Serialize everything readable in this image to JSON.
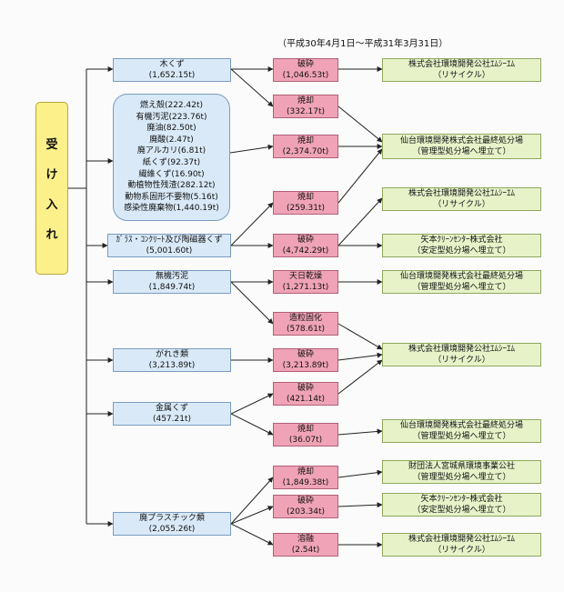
{
  "period": "（平成30年4月1日～平成31年3月31日）",
  "receive": {
    "chars": [
      "受",
      "け",
      "入",
      "れ"
    ]
  },
  "sources": [
    {
      "lines": [
        "木くず",
        "(1,652.15t)"
      ]
    },
    {
      "lines": [
        "燃え殻(222.42t)",
        "有機汚泥(223.76t)",
        "廃油(82.50t)",
        "廃酸(2.47t)",
        "廃アルカリ(6.81t)",
        "紙くず(92.37t)",
        "繊維くず(16.90t)",
        "動植物性残渣(282.12t)",
        "動物系固形不要物(5.16t)",
        "感染性廃棄物(1,440.19t)"
      ]
    },
    {
      "lines": [
        "ｶﾞﾗｽ・ｺﾝｸﾘｰﾄ及び陶磁器くず",
        "(5,001.60t)"
      ]
    },
    {
      "lines": [
        "無機汚泥",
        "(1,849.74t)"
      ]
    },
    {
      "lines": [
        "がれき類",
        "(3,213.89t)"
      ]
    },
    {
      "lines": [
        "金属くず",
        "(457.21t)"
      ]
    },
    {
      "lines": [
        "廃プラスチック類",
        "(2,055.26t)"
      ]
    }
  ],
  "processes": [
    {
      "lines": [
        "破砕",
        "(1,046.53t)"
      ]
    },
    {
      "lines": [
        "焼却",
        "(332.17t)"
      ]
    },
    {
      "lines": [
        "焼却",
        "(2,374.70t)"
      ]
    },
    {
      "lines": [
        "焼却",
        "(259.31t)"
      ]
    },
    {
      "lines": [
        "破砕",
        "(4,742.29t)"
      ]
    },
    {
      "lines": [
        "天日乾燥",
        "(1,271.13t)"
      ]
    },
    {
      "lines": [
        "造粒固化",
        "(578.61t)"
      ]
    },
    {
      "lines": [
        "破砕",
        "(3,213.89t)"
      ]
    },
    {
      "lines": [
        "破砕",
        "(421.14t)"
      ]
    },
    {
      "lines": [
        "焼却",
        "(36.07t)"
      ]
    },
    {
      "lines": [
        "焼却",
        "(1,849.38t)"
      ]
    },
    {
      "lines": [
        "破砕",
        "(203.34t)"
      ]
    },
    {
      "lines": [
        "溶融",
        "(2.54t)"
      ]
    }
  ],
  "destinations": [
    {
      "lines": [
        "株式会社環境開発公社ｴﾑｼｰｴﾑ",
        "（リサイクル）"
      ]
    },
    {
      "lines": [
        "仙台環境開発株式会社最終処分場",
        "（管理型処分場へ埋立て）"
      ]
    },
    {
      "lines": [
        "株式会社環境開発公社ｴﾑｼｰｴﾑ",
        "（リサイクル）"
      ]
    },
    {
      "lines": [
        "矢本ｸﾘｰﾝｾﾝﾀｰ株式会社",
        "（安定型処分場へ埋立て）"
      ]
    },
    {
      "lines": [
        "仙台環境開発株式会社最終処分場",
        "（管理型処分場へ埋立て）"
      ]
    },
    {
      "lines": [
        "株式会社環境開発公社ｴﾑｼｰｴﾑ",
        "（リサイクル）"
      ]
    },
    {
      "lines": [
        "仙台環境開発株式会社最終処分場",
        "（管理型処分場へ埋立て）"
      ]
    },
    {
      "lines": [
        "財団法人宮城県環境事業公社",
        "（管理型処分場へ埋立て）"
      ]
    },
    {
      "lines": [
        "矢本ｸﾘｰﾝｾﾝﾀｰ株式会社",
        "（安定型処分場へ埋立て）"
      ]
    },
    {
      "lines": [
        "株式会社環境開発公社ｴﾑｼｰｴﾑ",
        "（リサイクル）"
      ]
    }
  ]
}
